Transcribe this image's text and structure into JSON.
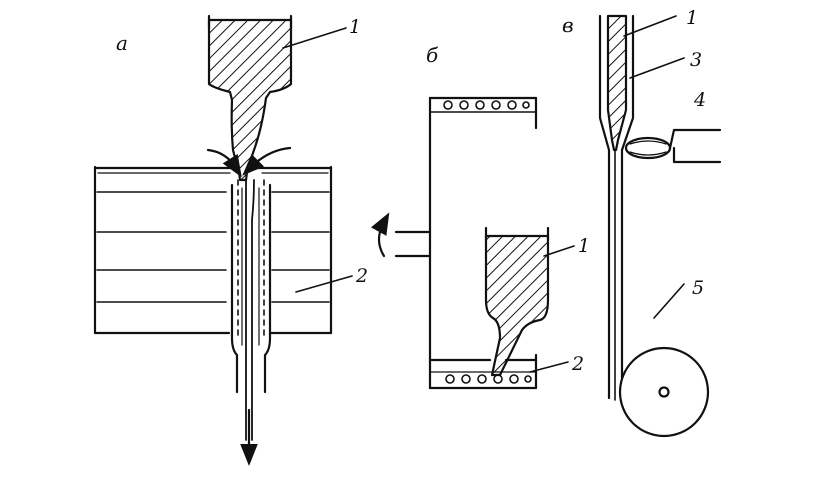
{
  "panels": {
    "a": {
      "letter": "а",
      "labels": {
        "l1": "1",
        "l2": "2"
      }
    },
    "b": {
      "letter": "б",
      "labels": {
        "l1": "1",
        "l2": "2"
      }
    },
    "v": {
      "letter": "в",
      "labels": {
        "l1": "1",
        "l3": "3",
        "l4": "4",
        "l5": "5"
      }
    }
  },
  "colors": {
    "ink": "#111111",
    "background": "#ffffff"
  }
}
